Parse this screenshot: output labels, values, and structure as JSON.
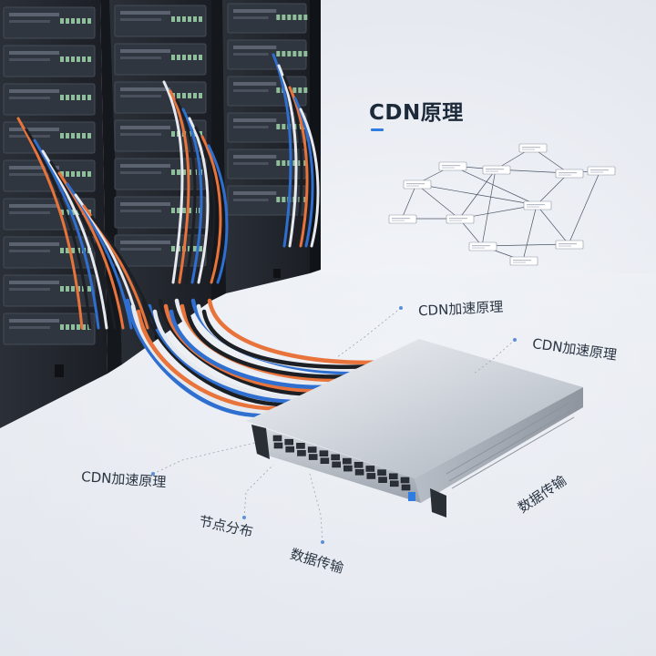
{
  "title": "CDN原理",
  "subtitle": "",
  "labels": {
    "top_center": "CDN加速原理",
    "top_right": "CDN加速原理",
    "left": "CDN加速原理",
    "nodes": "节点分布",
    "transfer_bottom": "数据传输",
    "transfer_right": "数据传输"
  },
  "colors": {
    "accent": "#2f7de1",
    "rack": "#23272e",
    "switch_body": "#c9ced6",
    "cable_blue": "#2f6fd0",
    "cable_orange": "#e8743b",
    "cable_white": "#e6e9ee",
    "cable_black": "#1c1f24"
  },
  "icons": {
    "rack": "server-rack-icon",
    "switch": "network-switch-icon"
  }
}
